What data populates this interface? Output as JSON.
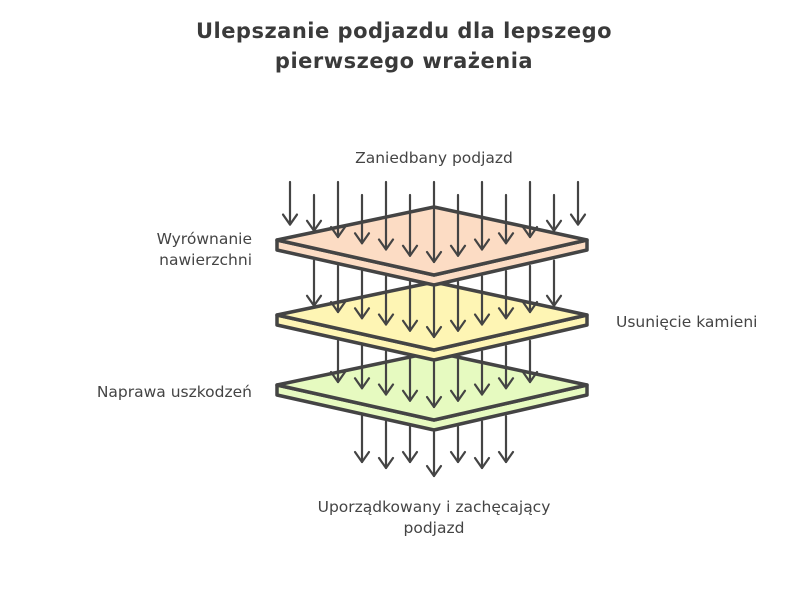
{
  "title": [
    "Ulepszanie podjazdu dla lepszego",
    "pierwszego wrażenia"
  ],
  "labels": {
    "input": "Zaniedbany podjazd",
    "layer1": [
      "Wyrównanie",
      "nawierzchni"
    ],
    "layer2": "Usunięcie kamieni",
    "layer3": "Naprawa uszkodzeń",
    "output": [
      "Uporządkowany i zachęcający",
      "podjazd"
    ]
  },
  "colors": {
    "layer1": "#fcdcc4",
    "layer2": "#fef5b4",
    "layer3": "#e6fac0",
    "stroke": "#444444"
  }
}
